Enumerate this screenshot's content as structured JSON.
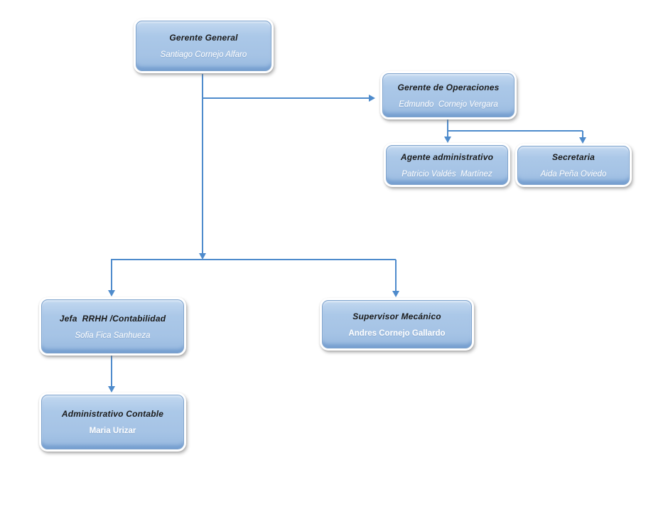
{
  "chart_type": "org-chart",
  "colors": {
    "node_fill": "#a5c3e5",
    "node_fill_light": "#c2d8f0",
    "node_bottom_lip": "#7aa4d2",
    "node_outer_border": "#ffffff",
    "node_inner_border": "#7ea3cd",
    "connector": "#4e8bcc",
    "title_text": "#1b1b1b",
    "person_text": "#ffffff",
    "background": "#ffffff"
  },
  "nodes": {
    "gerente_general": {
      "title": "Gerente General",
      "name": "Santiago Cornejo Alfaro"
    },
    "gerente_operaciones": {
      "title": "Gerente de Operaciones",
      "name": "Edmundo  Cornejo Vergara"
    },
    "agente_administrativo": {
      "title": "Agente administrativo",
      "name": "Patricio Valdés  Martínez"
    },
    "secretaria": {
      "title": "Secretaria",
      "name": "Aida Peña Oviedo"
    },
    "jefa_rrhh_contabilidad": {
      "title": "Jefa  RRHH /Contabilidad",
      "name": "Sofia Fica Sanhueza"
    },
    "supervisor_mecanico": {
      "title": "Supervisor Mecánico",
      "name": "Andres Cornejo Gallardo"
    },
    "administrativo_contable": {
      "title": "Administrativo Contable",
      "name": "Maria Urizar"
    }
  },
  "edges": [
    {
      "from": "gerente_general",
      "to": "gerente_operaciones"
    },
    {
      "from": "gerente_operaciones",
      "to": "agente_administrativo"
    },
    {
      "from": "gerente_operaciones",
      "to": "secretaria"
    },
    {
      "from": "gerente_general",
      "to": "jefa_rrhh_contabilidad"
    },
    {
      "from": "gerente_general",
      "to": "supervisor_mecanico"
    },
    {
      "from": "jefa_rrhh_contabilidad",
      "to": "administrativo_contable"
    }
  ]
}
